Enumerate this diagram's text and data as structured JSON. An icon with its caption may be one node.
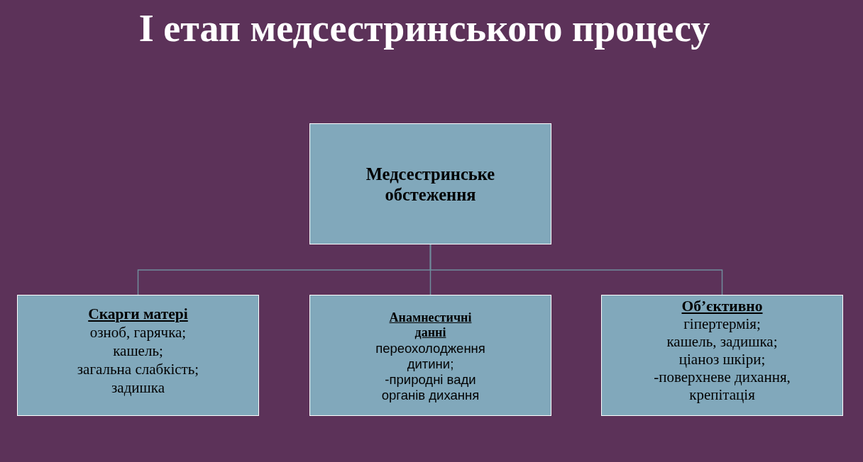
{
  "diagram": {
    "title": "І етап медсестринського процесу",
    "nodes": [
      {
        "text": [
          "Медсестринське обстеження"
        ]
      },
      {
        "text": [
          "Скарги матері",
          "озноб, гарячка;",
          "кашель;",
          "загальна слабкість;",
          "задишка"
        ]
      },
      {
        "text": [
          "Анамнестичні данні",
          "переохолодження дитини;",
          "-природні вади органів дихання"
        ]
      },
      {
        "text": [
          "Об’єктивно",
          "гіпертермія;",
          "кашель, задишка;",
          "ціаноз шкіри;",
          "-поверхневе дихання,",
          "крепітація"
        ]
      }
    ],
    "edges": [
      {
        "from": 0,
        "to": 1,
        "arrow": "none"
      },
      {
        "from": 0,
        "to": 2,
        "arrow": "none"
      },
      {
        "from": 0,
        "to": 3,
        "arrow": "none"
      }
    ]
  }
}
